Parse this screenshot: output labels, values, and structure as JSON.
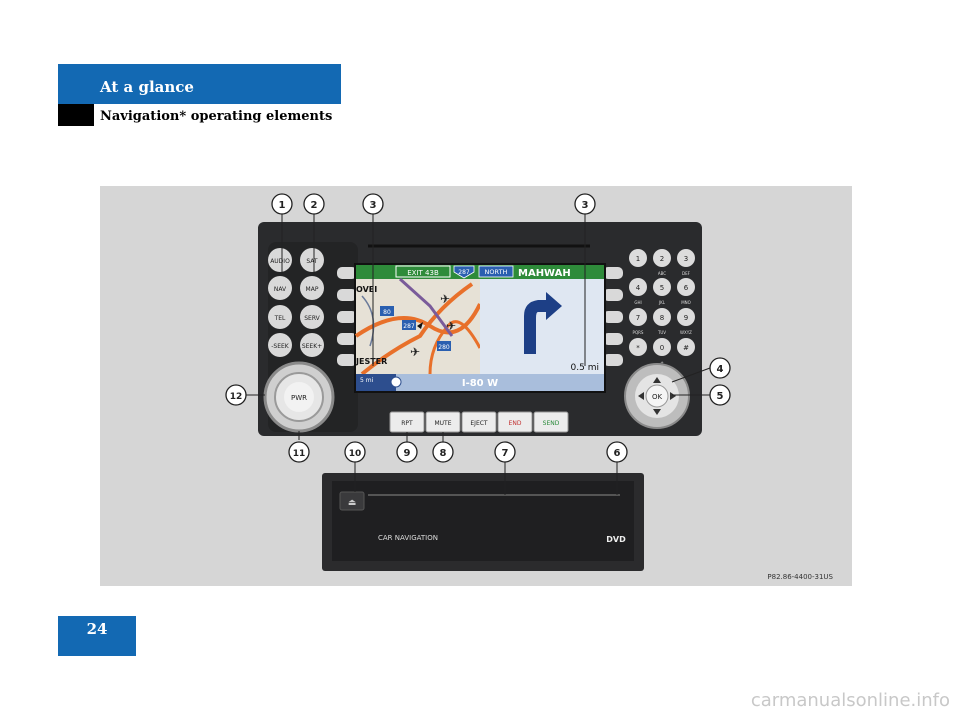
{
  "header": {
    "section": "At a glance",
    "subsection": "Navigation* operating elements"
  },
  "page_number": "24",
  "watermark": "carmanualsonline.info",
  "figure": {
    "ref_code": "P82.86-4400-31US",
    "callouts": [
      "1",
      "2",
      "3",
      "3",
      "4",
      "5",
      "6",
      "7",
      "8",
      "9",
      "10",
      "11",
      "12"
    ],
    "left_buttons": [
      "AUDIO",
      "SAT",
      "NAV",
      "MAP",
      "TEL",
      "SERV",
      "-SEEK",
      "SEEK+"
    ],
    "bottom_buttons": [
      "RPT",
      "MUTE",
      "EJECT",
      "END",
      "SEND"
    ],
    "knob_label": "PWR",
    "ok_label": "OK",
    "keypad": [
      {
        "num": "1",
        "letters": ""
      },
      {
        "num": "2",
        "letters": "ABC"
      },
      {
        "num": "3",
        "letters": "DEF"
      },
      {
        "num": "4",
        "letters": "GHI"
      },
      {
        "num": "5",
        "letters": "JKL"
      },
      {
        "num": "6",
        "letters": "MNO"
      },
      {
        "num": "7",
        "letters": "PQRS"
      },
      {
        "num": "8",
        "letters": "TUV"
      },
      {
        "num": "9",
        "letters": "WXYZ"
      },
      {
        "num": "*",
        "letters": ""
      },
      {
        "num": "0",
        "letters": "+"
      },
      {
        "num": "#",
        "letters": ""
      }
    ],
    "screen": {
      "exit": "EXIT 43B",
      "route_num": "287",
      "direction": "NORTH",
      "street": "MAHWAH",
      "road": "I-80 W",
      "distance": "0.5 mi",
      "scale": "5 mi",
      "shields": [
        "80",
        "287",
        "280"
      ],
      "map_labels": [
        "OVEI",
        "JESTER"
      ]
    },
    "drive": {
      "label": "CAR NAVIGATION",
      "logo": "DVD"
    }
  },
  "colors": {
    "header_blue": "#1369b3",
    "screen_green": "#2e8b3a",
    "road_orange": "#e8702a"
  }
}
